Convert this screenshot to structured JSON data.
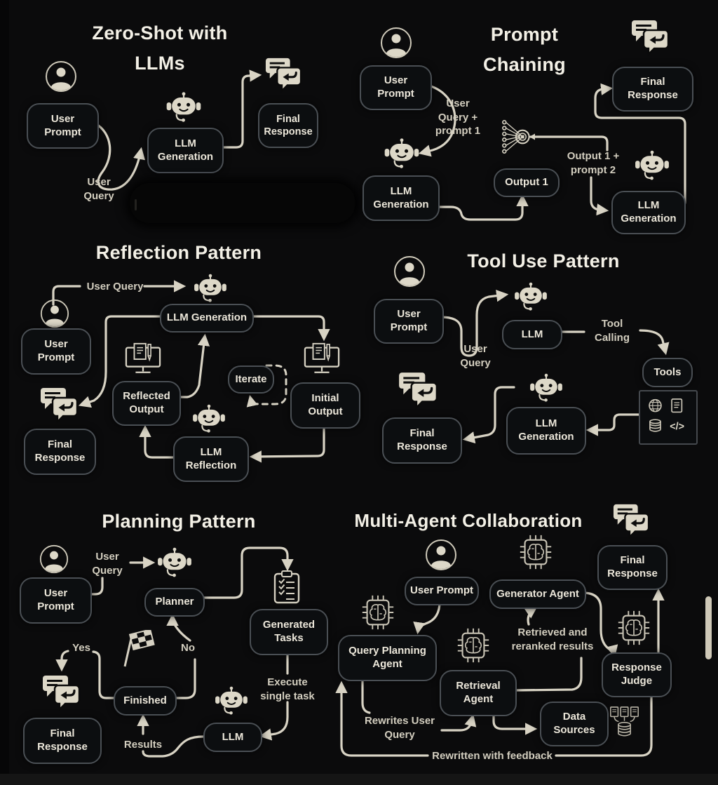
{
  "colors": {
    "background": "#0b0b0c",
    "node_fill": "#0c0e10",
    "node_border": "#4a4f54",
    "node_text": "#ece7da",
    "arrow": "#d8d3c4",
    "title_text": "#f3f0e6",
    "label_text": "#d3cebf",
    "scrollbar": "#cfc9b8"
  },
  "icons": {
    "person-icon": "user avatar in circle",
    "robot-icon": "robot assistant head",
    "chat-icon": "overlapping chat bubbles with reply arrow",
    "monitor-doc-icon": "document with pencil on monitor",
    "network-icon": "fan-in combiner node",
    "clipboard-icon": "checklist clipboard",
    "flag-icon": "checkered finish flag",
    "chip-icon": "AI brain micro-chip",
    "tools-grid-icon": "web, document, database and code tools",
    "db-docs-icon": "documents feeding a database",
    "scrollbar-thumb": "vertical scrollbar thumb"
  },
  "sections": {
    "zero_shot": {
      "title": "Zero-Shot with\nLLMs",
      "nodes": {
        "user_prompt": "User\nPrompt",
        "llm_generation": "LLM\nGeneration",
        "final_response": "Final\nResponse"
      },
      "labels": {
        "user_query": "User\nQuery"
      }
    },
    "prompt_chaining": {
      "title": "Prompt\nChaining",
      "nodes": {
        "user_prompt": "User\nPrompt",
        "llm_generation_1": "LLM\nGeneration",
        "output_1": "Output 1",
        "llm_generation_2": "LLM\nGeneration",
        "final_response": "Final\nResponse"
      },
      "labels": {
        "user_query_prompt_1": "User\nQuery +\nprompt 1",
        "output_1_prompt_2": "Output 1 +\nprompt 2"
      }
    },
    "reflection": {
      "title": "Reflection Pattern",
      "nodes": {
        "user_prompt": "User\nPrompt",
        "llm_generation": "LLM Generation",
        "initial_output": "Initial\nOutput",
        "llm_reflection": "LLM\nReflection",
        "reflected_output": "Reflected\nOutput",
        "iterate": "Iterate",
        "final_response": "Final\nResponse"
      },
      "labels": {
        "user_query": "User Query"
      }
    },
    "tool_use": {
      "title": "Tool Use Pattern",
      "nodes": {
        "user_prompt": "User\nPrompt",
        "llm": "LLM",
        "tools": "Tools",
        "llm_generation": "LLM\nGeneration",
        "final_response": "Final\nResponse"
      },
      "labels": {
        "user_query": "User\nQuery",
        "tool_calling": "Tool\nCalling"
      }
    },
    "planning": {
      "title": "Planning Pattern",
      "nodes": {
        "user_prompt": "User\nPrompt",
        "planner": "Planner",
        "generated_tasks": "Generated\nTasks",
        "llm": "LLM",
        "finished": "Finished",
        "final_response": "Final\nResponse"
      },
      "labels": {
        "user_query": "User\nQuery",
        "yes": "Yes",
        "no": "No",
        "execute_single_task": "Execute\nsingle task",
        "results": "Results"
      }
    },
    "multi_agent": {
      "title": "Multi-Agent Collaboration",
      "nodes": {
        "user_prompt": "User Prompt",
        "generator_agent": "Generator Agent",
        "query_planning_agent": "Query Planning\nAgent",
        "retrieval_agent": "Retrieval\nAgent",
        "response_judge": "Response\nJudge",
        "data_sources": "Data\nSources",
        "final_response": "Final\nResponse"
      },
      "labels": {
        "retrieved_reranked": "Retrieved and\nreranked results",
        "rewrites_user_query": "Rewrites User\nQuery",
        "rewritten_with_feedback": "Rewritten with feedback"
      }
    }
  }
}
